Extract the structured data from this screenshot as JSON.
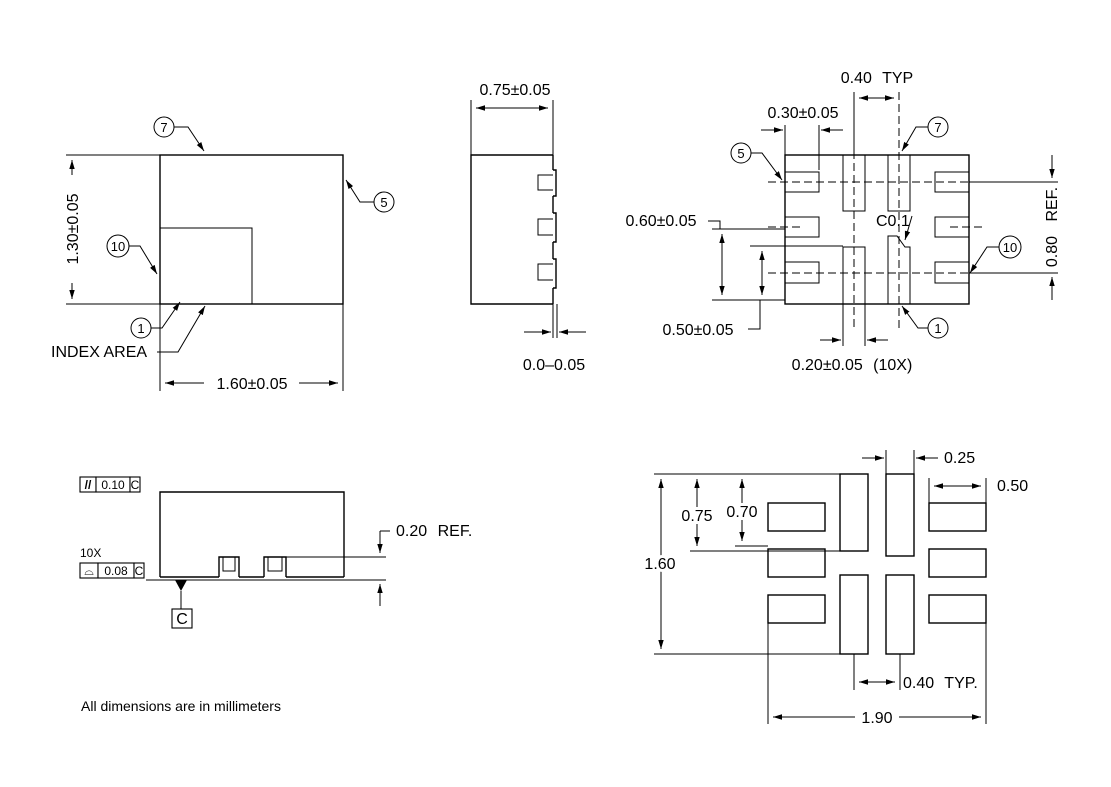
{
  "top_view": {
    "height_dim": "1.30±0.05",
    "width_dim": "1.60±0.05",
    "index_area": "INDEX AREA",
    "callouts": [
      "7",
      "5",
      "10",
      "1"
    ]
  },
  "side_view": {
    "thickness_dim": "0.75±0.05",
    "standoff_dim": "0.0–0.05"
  },
  "bottom_view": {
    "pitch_dim": "0.40 TYP",
    "pad_length_dim": "0.30±0.05",
    "chamfer": "C0.1",
    "pad_span_dim": "0.60±0.05",
    "pad_span2_dim": "0.50±0.05",
    "pad_width_dim": "0.20±0.05 (10X)",
    "ref_dim": "0.80 REF.",
    "callouts": [
      "5",
      "7",
      "10",
      "1"
    ]
  },
  "front_view": {
    "parallelism": {
      "symbol": "//",
      "value": "0.10",
      "datum": "C"
    },
    "count": "10X",
    "profile": {
      "symbol": "⌓",
      "value": "0.08",
      "datum": "C"
    },
    "ref_dim": "0.20 REF.",
    "datum_label": "C"
  },
  "land_pattern": {
    "pad_width": "0.25",
    "pad_length": "0.50",
    "dim_075": "0.75",
    "dim_070": "0.70",
    "height": "1.60",
    "pitch": "0.40 TYP.",
    "width": "1.90"
  },
  "footnote": "All dimensions are in millimeters"
}
